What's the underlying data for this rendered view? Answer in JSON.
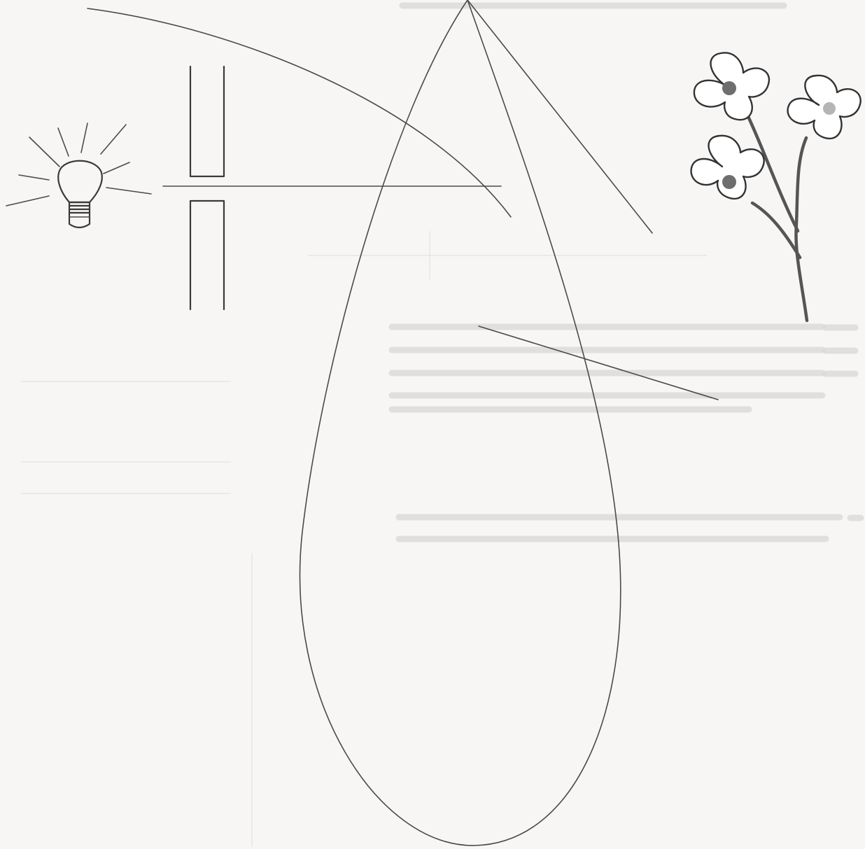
{
  "colors": {
    "paper": "#f7f6f4",
    "ink": "#4a4a4a",
    "flower_center": "#6e6e6e",
    "flower_center_light": "#b5b5b5",
    "stem": "#555555"
  },
  "objects": [
    {
      "name": "lightbulb",
      "icon": "lightbulb-icon",
      "rays": 8
    },
    {
      "name": "barrier-with-slit",
      "icon": "slit-barrier-icon"
    },
    {
      "name": "flowers",
      "icon": "flower-icon",
      "count": 3
    }
  ]
}
